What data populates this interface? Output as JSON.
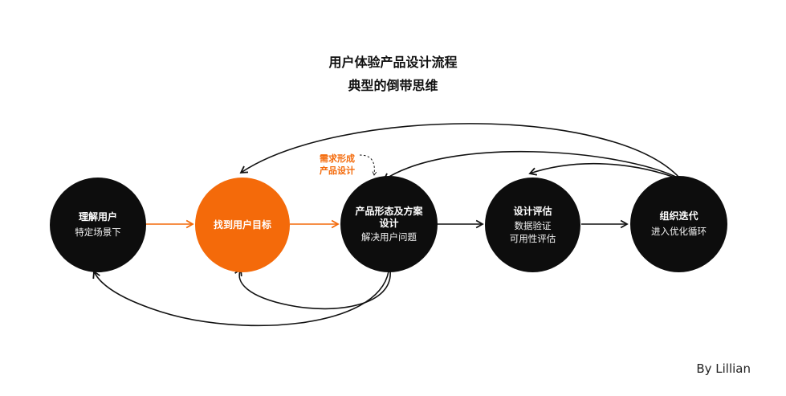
{
  "title": "用户体验产品设计流程",
  "subtitle": "典型的倒带思维",
  "nodes": [
    {
      "id": "understand",
      "title": "理解用户",
      "subtitle": "特定场景下",
      "color": "#0d0d0d"
    },
    {
      "id": "goal",
      "title": "找到用户目标",
      "subtitle": "",
      "color": "#f46a0a"
    },
    {
      "id": "design",
      "title": "产品形态及方案设计",
      "title_line1": "产品形态及方案",
      "title_line2": "设计",
      "subtitle": "解决用户问题",
      "color": "#0d0d0d"
    },
    {
      "id": "evaluate",
      "title": "设计评估",
      "subtitle_line1": "数据验证",
      "subtitle_line2": "可用性评估",
      "color": "#0d0d0d"
    },
    {
      "id": "iterate",
      "title": "组织迭代",
      "subtitle": "进入优化循环",
      "color": "#0d0d0d"
    }
  ],
  "annotation": {
    "line1": "需求形成",
    "line2": "产品设计",
    "color": "#f46a0a"
  },
  "signature": "By Lillian",
  "colors": {
    "accent": "#f46a0a",
    "dark": "#0d0d0d",
    "arrow": "#111111"
  }
}
